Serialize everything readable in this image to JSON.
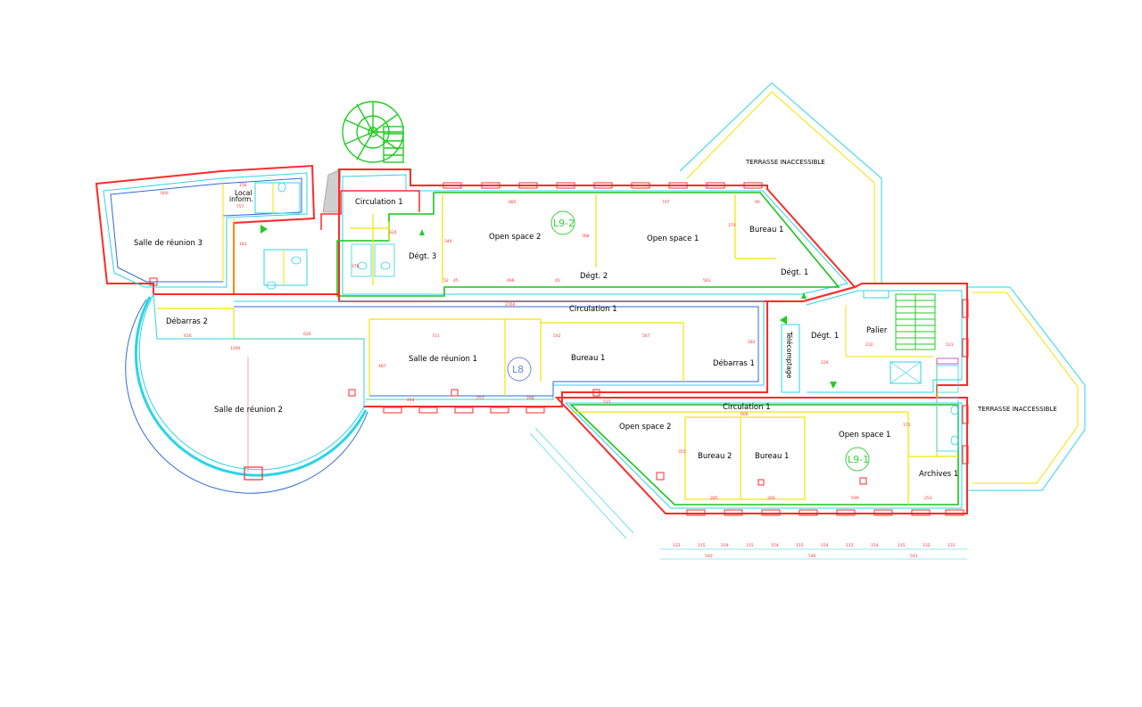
{
  "colors": {
    "wall": "#ff2a2a",
    "wall_inner": "#2bd4e6",
    "partition": "#f2e400",
    "lot_outline": "#19c419",
    "blue_outline": "#2f6bd6",
    "dimension": "#ff3333",
    "stair": "#22cc22",
    "background": "#ffffff"
  },
  "rooms": {
    "salle_reunion_3": "Salle de réunion 3",
    "local_inform_1": "Local",
    "local_inform_2": "inform.",
    "circulation_1_top": "Circulation 1",
    "degt_3": "Dégt. 3",
    "open_space_2_top": "Open space 2",
    "open_space_1_top": "Open space 1",
    "bureau_1_top": "Bureau 1",
    "degt_2": "Dégt. 2",
    "degt_1_top": "Dégt. 1",
    "debarras_2": "Débarras 2",
    "circulation_1_mid": "Circulation 1",
    "degt_1_right": "Dégt. 1",
    "palier": "Palier",
    "salle_reunion_1": "Salle de réunion 1",
    "bureau_1_mid": "Bureau 1",
    "debarras_1": "Débarras 1",
    "telecomptage": "Télécomptage",
    "salle_reunion_2": "Salle de réunion 2",
    "circulation_1_bottom": "Circulation 1",
    "open_space_2_bottom": "Open space 2",
    "open_space_1_bottom": "Open space 1",
    "bureau_2": "Bureau 2",
    "bureau_1_bottom": "Bureau 1",
    "archives_1": "Archives 1"
  },
  "zones": {
    "l9_2": "L9-2",
    "l8": "L8",
    "l9_1": "L9-1"
  },
  "terraces": {
    "top": "TERRASSE INACCESSIBLE",
    "right": "TERRASSE INACCESSIBLE"
  },
  "dimensions": {
    "d_600": "600",
    "d_156": "156",
    "d_757": "757",
    "d_183": "183",
    "d_324": "324",
    "d_378": "378",
    "d_344": "344",
    "d_885": "885",
    "d_747": "747",
    "d_90": "90",
    "d_374": "374",
    "d_368": "368",
    "d_52": "52",
    "d_45": "45",
    "d_496": "496",
    "d_40": "40",
    "d_561": "561",
    "d_2760": "2760",
    "d_282": "282",
    "d_616": "616",
    "d_1290": "1290",
    "d_626": "626",
    "d_721": "721",
    "d_542": "542",
    "d_567": "567",
    "d_487": "487",
    "d_444": "444",
    "d_257": "257",
    "d_288": "288",
    "d_515": "515",
    "d_606": "606",
    "d_355": "355",
    "d_285": "285",
    "d_200": "200",
    "d_599": "599",
    "d_172": "172",
    "d_121": "121",
    "d_232": "232",
    "d_226": "226",
    "d_253": "253",
    "b_122": "122",
    "b_115": "115",
    "b_154a": "154",
    "b_115b": "115",
    "b_154b": "154",
    "b_115c": "115",
    "b_154c": "154",
    "b_115d": "115",
    "b_154d": "154",
    "b_115e": "115",
    "b_132": "132",
    "b_131": "131",
    "b_540": "540",
    "b_546": "546",
    "b_541": "541"
  }
}
